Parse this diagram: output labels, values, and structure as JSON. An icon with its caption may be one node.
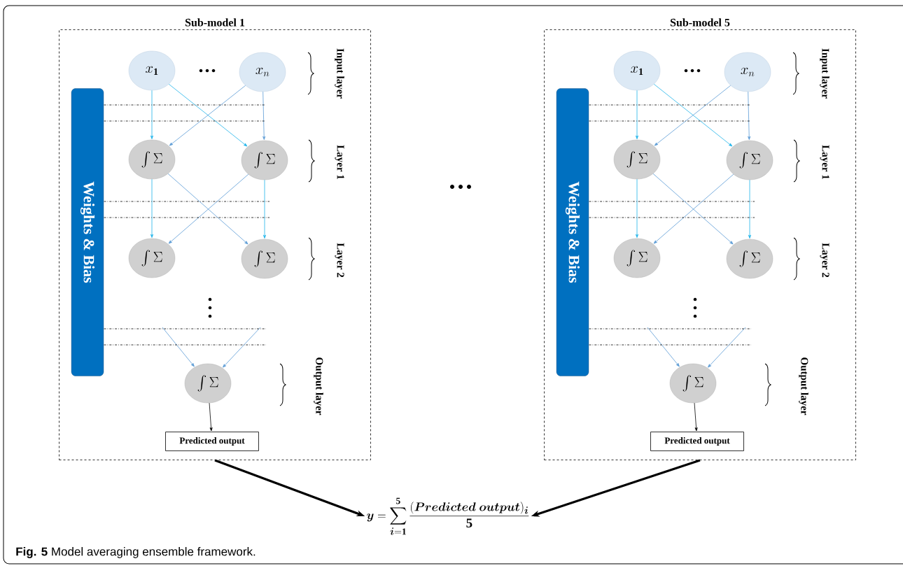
{
  "diagram": {
    "caption": "**Fig. 5** Model averaging ensemble framework.",
    "nodes": [
      {
        "text": [
          "Sub-model 1"
        ]
      },
      {
        "text": [
          "Weights & Bias"
        ],
        "in": 0
      },
      {
        "text": [
          "x_{\\mathbf{1}}"
        ],
        "in": 0
      },
      {
        "text": [
          "x_{n}"
        ],
        "in": 0
      },
      {
        "text": [
          "\\int\\Sigma"
        ],
        "in": 0
      },
      {
        "text": [
          "\\int\\Sigma"
        ],
        "in": 0
      },
      {
        "text": [
          "\\int\\Sigma"
        ],
        "in": 0
      },
      {
        "text": [
          "\\int\\Sigma"
        ],
        "in": 0
      },
      {
        "text": [
          "\\int\\Sigma"
        ],
        "in": 0
      },
      {
        "text": [
          "Predicted output"
        ],
        "in": 0
      },
      {
        "text": [
          "Sub-model 5"
        ]
      },
      {
        "text": [
          "Weights & Bias"
        ],
        "in": 10
      },
      {
        "text": [
          "x_{\\mathbf{1}}"
        ],
        "in": 10
      },
      {
        "text": [
          "x_{n}"
        ],
        "in": 10
      },
      {
        "text": [
          "\\int\\Sigma"
        ],
        "in": 10
      },
      {
        "text": [
          "\\int\\Sigma"
        ],
        "in": 10
      },
      {
        "text": [
          "\\int\\Sigma"
        ],
        "in": 10
      },
      {
        "text": [
          "\\int\\Sigma"
        ],
        "in": 10
      },
      {
        "text": [
          "\\int\\Sigma"
        ],
        "in": 10
      },
      {
        "text": [
          "Predicted output"
        ],
        "in": 10
      },
      {
        "text": [
          "\\boldsymbol{y}=\\sum_{\\boldsymbol{i}=\\mathbf{1}}^{\\mathbf{5}}\\frac{(\\boldsymbol{Predicted\\ output})_{\\boldsymbol{i}}}{\\mathbf{5}}"
        ]
      }
    ],
    "edges": [
      {
        "from": 2,
        "to": 4,
        "arrow": "to",
        "color": "#1fb4ea"
      },
      {
        "from": 2,
        "to": 5,
        "arrow": "to",
        "color": "#1fb4ea"
      },
      {
        "from": 3,
        "to": 4,
        "arrow": "to",
        "color": "#5b9bd5"
      },
      {
        "from": 3,
        "to": 5,
        "arrow": "to",
        "color": "#5b9bd5"
      },
      {
        "from": 4,
        "to": 6,
        "arrow": "to",
        "color": "#1fb4ea"
      },
      {
        "from": 4,
        "to": 7,
        "arrow": "to",
        "color": "#5b9bd5"
      },
      {
        "from": 5,
        "to": 6,
        "arrow": "to",
        "color": "#5b9bd5"
      },
      {
        "from": 5,
        "to": 7,
        "arrow": "to",
        "color": "#1fb4ea"
      },
      {
        "from": null,
        "to": 8,
        "arrow": "to",
        "color": "#5b9bd5"
      },
      {
        "from": null,
        "to": 8,
        "arrow": "to",
        "color": "#5b9bd5"
      },
      {
        "from": 8,
        "to": 9,
        "arrow": "to"
      },
      {
        "from": 12,
        "to": 14,
        "arrow": "to",
        "color": "#1fb4ea"
      },
      {
        "from": 12,
        "to": 15,
        "arrow": "to",
        "color": "#1fb4ea"
      },
      {
        "from": 13,
        "to": 14,
        "arrow": "to",
        "color": "#5b9bd5"
      },
      {
        "from": 13,
        "to": 15,
        "arrow": "to",
        "color": "#5b9bd5"
      },
      {
        "from": 14,
        "to": 16,
        "arrow": "to",
        "color": "#1fb4ea"
      },
      {
        "from": 14,
        "to": 17,
        "arrow": "to",
        "color": "#5b9bd5"
      },
      {
        "from": 15,
        "to": 16,
        "arrow": "to",
        "color": "#5b9bd5"
      },
      {
        "from": 15,
        "to": 17,
        "arrow": "to",
        "color": "#1fb4ea"
      },
      {
        "from": null,
        "to": 18,
        "arrow": "to",
        "color": "#5b9bd5"
      },
      {
        "from": null,
        "to": 18,
        "arrow": "to",
        "color": "#5b9bd5"
      },
      {
        "from": 18,
        "to": 19,
        "arrow": "to"
      },
      {
        "from": 0,
        "to": 20,
        "arrow": "to",
        "style": "thick"
      },
      {
        "from": 10,
        "to": 20,
        "arrow": "to",
        "style": "thick"
      },
      {
        "from": 1,
        "to": null,
        "arrow": "none",
        "style": "dashed"
      },
      {
        "from": 1,
        "to": null,
        "arrow": "none",
        "style": "dashed"
      },
      {
        "from": 1,
        "to": null,
        "arrow": "none",
        "style": "dashed"
      },
      {
        "from": 1,
        "to": null,
        "arrow": "none",
        "style": "dashed"
      },
      {
        "from": 1,
        "to": null,
        "arrow": "none",
        "style": "dashed"
      },
      {
        "from": 1,
        "to": null,
        "arrow": "none",
        "style": "dashed"
      },
      {
        "from": 11,
        "to": null,
        "arrow": "none",
        "style": "dashed"
      },
      {
        "from": 11,
        "to": null,
        "arrow": "none",
        "style": "dashed"
      },
      {
        "from": 11,
        "to": null,
        "arrow": "none",
        "style": "dashed"
      },
      {
        "from": 11,
        "to": null,
        "arrow": "none",
        "style": "dashed"
      },
      {
        "from": 11,
        "to": null,
        "arrow": "none",
        "style": "dashed"
      },
      {
        "from": 11,
        "to": null,
        "arrow": "none",
        "style": "dashed"
      }
    ],
    "labels": [
      "Input layer",
      "Layer 1",
      "Layer 2",
      "Output layer",
      "Input layer",
      "Layer 1",
      "Layer 2",
      "Output layer"
    ]
  }
}
